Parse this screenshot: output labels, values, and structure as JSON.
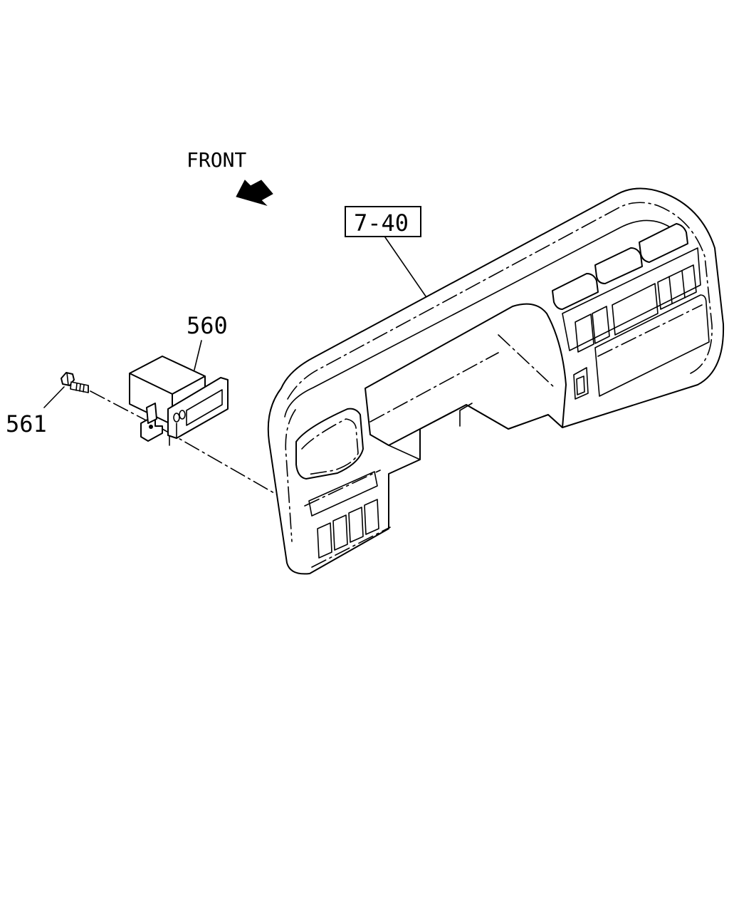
{
  "diagram": {
    "front_label": "FRONT",
    "front_arrow_icon": "arrow-front-icon",
    "callouts": {
      "panel_ref": "7-40",
      "part_560": "560",
      "part_561": "561"
    },
    "line_color": "#000000",
    "background_color": "#ffffff"
  }
}
